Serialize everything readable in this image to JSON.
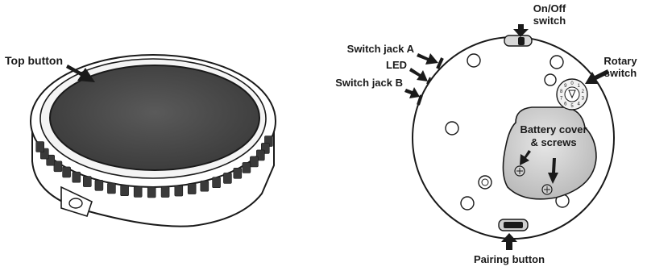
{
  "left_figure": {
    "top_button_label": "Top button"
  },
  "right_figure": {
    "on_off_label_line1": "On/Off",
    "on_off_label_line2": "switch",
    "switch_jack_a_label": "Switch jack A",
    "led_label": "LED",
    "switch_jack_b_label": "Switch jack B",
    "rotary_label_line1": "Rotary",
    "rotary_label_line2": "switch",
    "battery_label_line1": "Battery cover",
    "battery_label_line2": "& screws",
    "pairing_label": "Pairing button",
    "rotary_digits": [
      "0",
      "1",
      "2",
      "3",
      "4",
      "5",
      "6",
      "7",
      "8",
      "9"
    ]
  }
}
